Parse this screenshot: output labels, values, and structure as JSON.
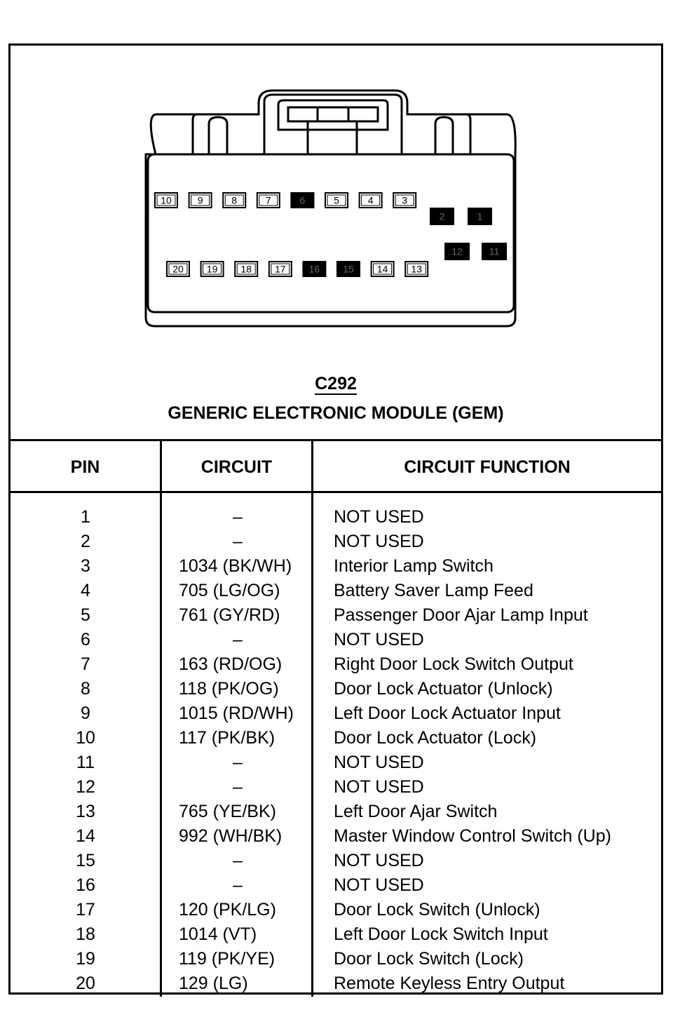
{
  "connector": {
    "id": "C292",
    "name": "GENERIC ELECTRONIC MODULE (GEM)",
    "top_row_pins": [
      {
        "label": "10",
        "filled": false
      },
      {
        "label": "9",
        "filled": false
      },
      {
        "label": "8",
        "filled": false
      },
      {
        "label": "7",
        "filled": false
      },
      {
        "label": "6",
        "filled": true
      },
      {
        "label": "5",
        "filled": false
      },
      {
        "label": "4",
        "filled": false
      },
      {
        "label": "3",
        "filled": false
      }
    ],
    "right_upper_pins": [
      {
        "label": "2",
        "filled": true
      },
      {
        "label": "1",
        "filled": true
      }
    ],
    "right_lower_pins": [
      {
        "label": "12",
        "filled": true
      },
      {
        "label": "11",
        "filled": true
      }
    ],
    "bottom_row_pins": [
      {
        "label": "20",
        "filled": false
      },
      {
        "label": "19",
        "filled": false
      },
      {
        "label": "18",
        "filled": false
      },
      {
        "label": "17",
        "filled": false
      },
      {
        "label": "16",
        "filled": true
      },
      {
        "label": "15",
        "filled": true
      },
      {
        "label": "14",
        "filled": false
      },
      {
        "label": "13",
        "filled": false
      }
    ]
  },
  "table": {
    "headers": {
      "pin": "PIN",
      "circuit": "CIRCUIT",
      "function": "CIRCUIT FUNCTION"
    },
    "rows": [
      {
        "pin": "1",
        "circuit": "–",
        "function": "NOT USED"
      },
      {
        "pin": "2",
        "circuit": "–",
        "function": "NOT USED"
      },
      {
        "pin": "3",
        "circuit": "1034 (BK/WH)",
        "function": "Interior Lamp Switch"
      },
      {
        "pin": "4",
        "circuit": "705 (LG/OG)",
        "function": "Battery Saver Lamp Feed"
      },
      {
        "pin": "5",
        "circuit": "761 (GY/RD)",
        "function": "Passenger Door Ajar Lamp Input"
      },
      {
        "pin": "6",
        "circuit": "–",
        "function": "NOT USED"
      },
      {
        "pin": "7",
        "circuit": "163 (RD/OG)",
        "function": "Right Door Lock Switch Output"
      },
      {
        "pin": "8",
        "circuit": "118 (PK/OG)",
        "function": "Door Lock Actuator (Unlock)"
      },
      {
        "pin": "9",
        "circuit": "1015 (RD/WH)",
        "function": "Left Door Lock Actuator Input"
      },
      {
        "pin": "10",
        "circuit": "117 (PK/BK)",
        "function": "Door Lock Actuator (Lock)"
      },
      {
        "pin": "11",
        "circuit": "–",
        "function": "NOT USED"
      },
      {
        "pin": "12",
        "circuit": "–",
        "function": "NOT USED"
      },
      {
        "pin": "13",
        "circuit": "765 (YE/BK)",
        "function": "Left Door Ajar Switch"
      },
      {
        "pin": "14",
        "circuit": "992 (WH/BK)",
        "function": "Master Window Control Switch (Up)"
      },
      {
        "pin": "15",
        "circuit": "–",
        "function": "NOT USED"
      },
      {
        "pin": "16",
        "circuit": "–",
        "function": "NOT USED"
      },
      {
        "pin": "17",
        "circuit": "120 (PK/LG)",
        "function": "Door Lock Switch (Unlock)"
      },
      {
        "pin": "18",
        "circuit": "1014 (VT)",
        "function": "Left Door Lock Switch Input"
      },
      {
        "pin": "19",
        "circuit": "119 (PK/YE)",
        "function": "Door Lock Switch (Lock)"
      },
      {
        "pin": "20",
        "circuit": "129 (LG)",
        "function": "Remote Keyless Entry Output"
      }
    ]
  }
}
